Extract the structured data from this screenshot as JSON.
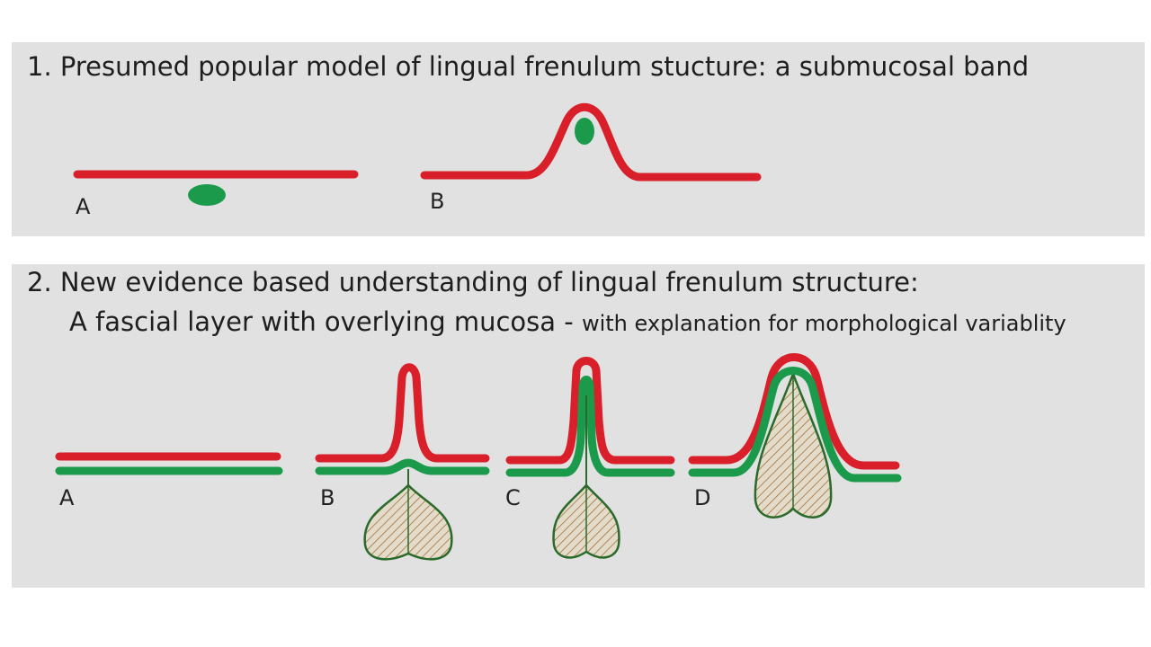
{
  "section1": {
    "heading": "1.  Presumed popular model of lingual frenulum stucture: a submucosal band",
    "labels": {
      "a": "A",
      "b": "B"
    }
  },
  "section2": {
    "heading_line1": "2.  New evidence based understanding of lingual frenulum structure:",
    "heading_line2_main": "A fascial layer with overlying mucosa - ",
    "heading_line2_small": "with explanation for morphological variablity",
    "labels": {
      "a": "A",
      "b": "B",
      "c": "C",
      "d": "D"
    }
  },
  "colors": {
    "panel_background": "#e1e1e1",
    "mucosa": "#d9202a",
    "fascia": "#1a9a4a",
    "muscle_outline": "#2a6a2a",
    "muscle_hatch": "#a0703a",
    "muscle_fill": "#e4dccb"
  }
}
